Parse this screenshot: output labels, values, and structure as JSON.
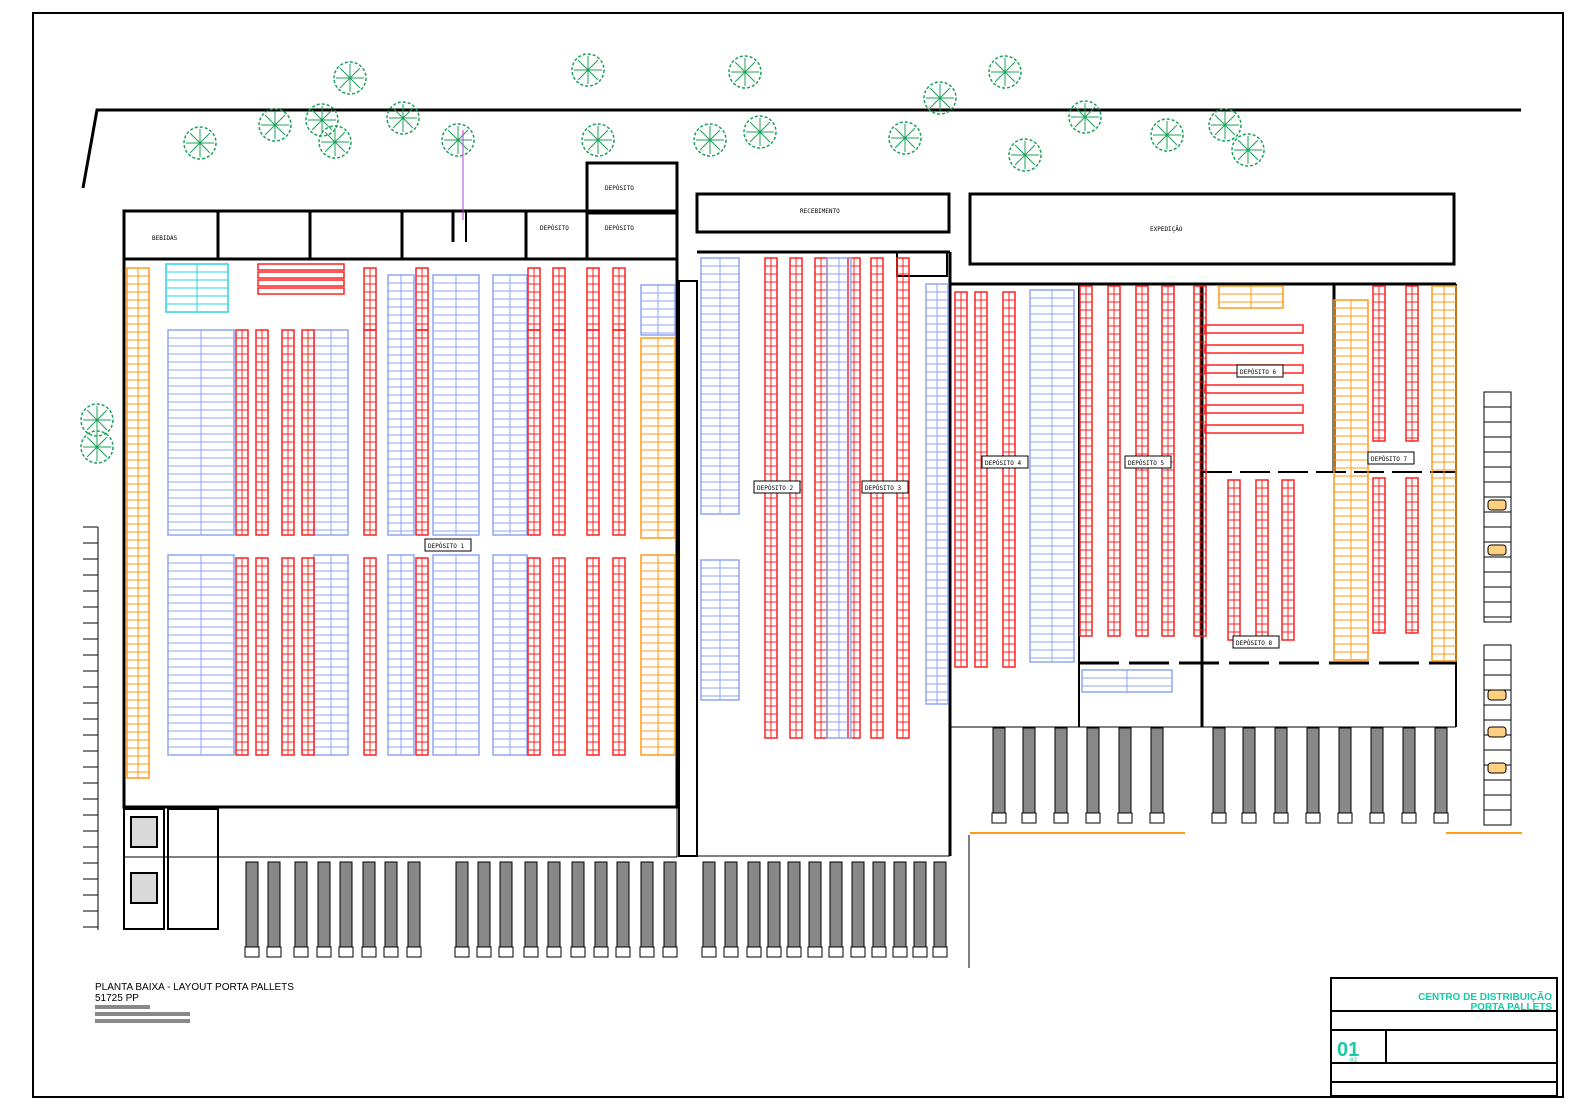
{
  "title_block": {
    "title_line1": "CENTRO DE DISTRIBUIÇÃO",
    "title_line2": "PORTA PALLETS",
    "sheet_number": "01",
    "sheet_total": "02"
  },
  "legend": {
    "title": "PLANTA BAIXA - LAYOUT PORTA PALLETS",
    "subtitle": "51725 PP"
  },
  "labels": {
    "wall_a": "BEBIDAS",
    "deposito": "DEPÓSITO",
    "dep_sn": "DEPÓSITO 1",
    "dep_2": "DEPÓSITO 2",
    "dep_3": "DEPÓSITO 3",
    "dep_4": "DEPÓSITO 4",
    "dep_5": "DEPÓSITO 5",
    "dep_6": "DEPÓSITO 6",
    "dep_7": "DEPÓSITO 7",
    "dep_8": "DEPÓSITO 8",
    "recebimento": "RECEBIMENTO",
    "expedicao": "EXPEDIÇÃO"
  },
  "colors": {
    "rack_red": "#ff2020",
    "rack_blue": "#8fa6f0",
    "rack_orange": "#ff9a1a",
    "rack_cyan": "#2cd3e0",
    "tree_green": "#1aa05a",
    "title_teal": "#17c9a4",
    "wall": "#000000"
  },
  "icons": [
    "tree-icon",
    "truck-icon",
    "forklift-icon"
  ]
}
